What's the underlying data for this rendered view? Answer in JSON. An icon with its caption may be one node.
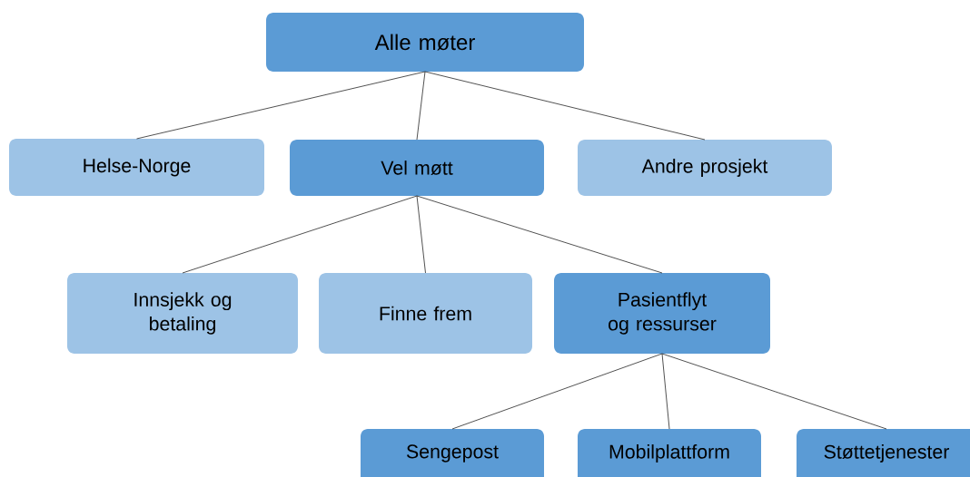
{
  "diagram": {
    "nodes": [
      {
        "text": [
          "Alle møter"
        ]
      },
      {
        "text": [
          "Helse-Norge"
        ]
      },
      {
        "text": [
          "Vel møtt"
        ]
      },
      {
        "text": [
          "Andre prosjekt"
        ]
      },
      {
        "text": [
          "Innsjekk og betaling"
        ]
      },
      {
        "text": [
          "Finne frem"
        ]
      },
      {
        "text": [
          "Pasientflyt og ressurser"
        ]
      },
      {
        "text": [
          "Sengepost"
        ]
      },
      {
        "text": [
          "Mobilplattform"
        ]
      },
      {
        "text": [
          "Støttetjenester"
        ]
      }
    ],
    "edges": [
      {
        "from": 0,
        "to": 1,
        "arrow": "none"
      },
      {
        "from": 0,
        "to": 2,
        "arrow": "none"
      },
      {
        "from": 0,
        "to": 3,
        "arrow": "none"
      },
      {
        "from": 2,
        "to": 4,
        "arrow": "none"
      },
      {
        "from": 2,
        "to": 5,
        "arrow": "none"
      },
      {
        "from": 2,
        "to": 6,
        "arrow": "none"
      },
      {
        "from": 6,
        "to": 7,
        "arrow": "none"
      },
      {
        "from": 6,
        "to": 8,
        "arrow": "none"
      },
      {
        "from": 6,
        "to": 9,
        "arrow": "none"
      }
    ]
  }
}
